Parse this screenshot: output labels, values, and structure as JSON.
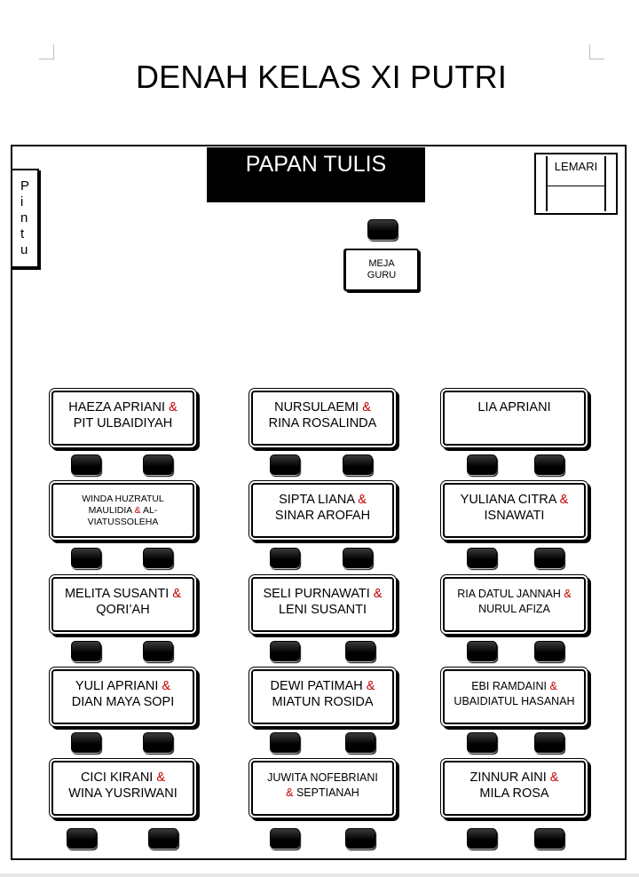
{
  "title": "DENAH KELAS XI PUTRI",
  "board_label": "PAPAN TULIS",
  "door_label": "Pintu",
  "cupboard_label": "LEMARI",
  "teacher_desk_label": [
    "MEJA",
    "GURU"
  ],
  "amp_color": "#c00000",
  "desks": [
    {
      "lines": [
        "HAEZA APRIANI &",
        "PIT ULBAIDIYAH"
      ],
      "size": "normal"
    },
    {
      "lines": [
        "NURSULAEMI &",
        "RINA ROSALINDA"
      ],
      "size": "normal"
    },
    {
      "lines": [
        "LIA APRIANI"
      ],
      "size": "normal"
    },
    {
      "lines": [
        "WINDA HUZRATUL",
        "MAULIDIA & AL-",
        "VIATUSSOLEHA"
      ],
      "size": "small"
    },
    {
      "lines": [
        "SIPTA LIANA &",
        "SINAR AROFAH"
      ],
      "size": "normal"
    },
    {
      "lines": [
        "YULIANA CITRA &",
        "ISNAWATI"
      ],
      "size": "normal"
    },
    {
      "lines": [
        "MELITA  SUSANTI &",
        "QORI’AH"
      ],
      "size": "normal"
    },
    {
      "lines": [
        "SELI PURNAWATI &",
        "LENI SUSANTI"
      ],
      "size": "normal"
    },
    {
      "lines": [
        "RIA DATUL JANNAH &",
        "NURUL AFIZA"
      ],
      "size": "med"
    },
    {
      "lines": [
        "YULI APRIANI &",
        "DIAN MAYA SOPI"
      ],
      "size": "normal"
    },
    {
      "lines": [
        "DEWI PATIMAH &",
        "MIATUN ROSIDA"
      ],
      "size": "normal"
    },
    {
      "lines": [
        "EBI RAMDAINI &",
        "UBAIDIATUL HASANAH"
      ],
      "size": "med"
    },
    {
      "lines": [
        "CICI KIRANI &",
        "WINA YUSRIWANI"
      ],
      "size": "normal"
    },
    {
      "lines": [
        "JUWITA NOFEBRIANI",
        "& SEPTIANAH"
      ],
      "size": "med"
    },
    {
      "lines": [
        "ZINNUR AINI &",
        "MILA ROSA"
      ],
      "size": "normal"
    }
  ]
}
